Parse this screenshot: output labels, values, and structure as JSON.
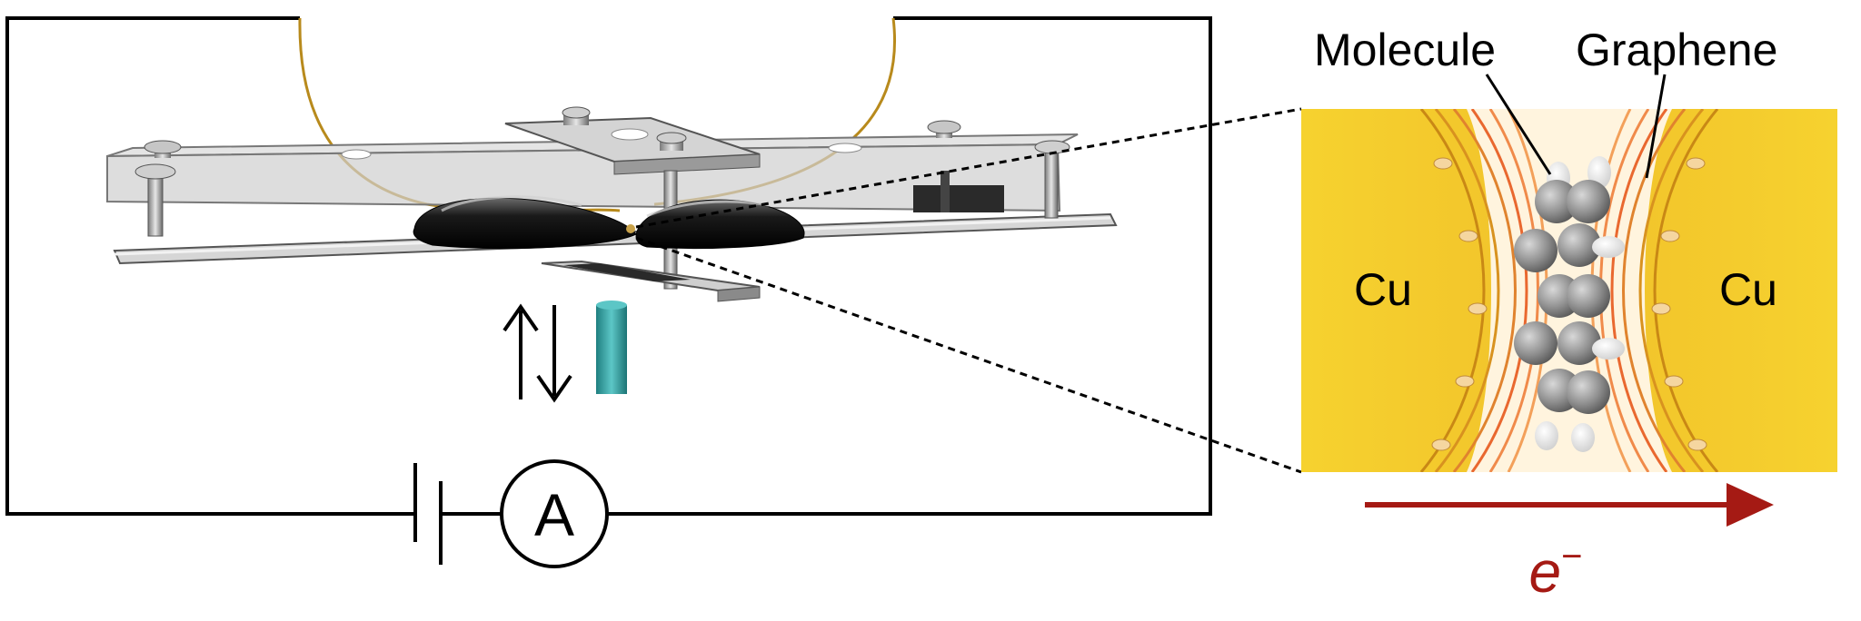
{
  "labels": {
    "molecule": "Molecule",
    "graphene": "Graphene",
    "electrode_left": "Cu",
    "electrode_right": "Cu",
    "ammeter": "A",
    "electron_symbol": "e",
    "electron_charge": "−"
  },
  "colors": {
    "wire": "#000000",
    "gold_wire": "#b88a1c",
    "copper_bg": "#f3cf2e",
    "electron_arrow": "#a51a14",
    "piezo": "#3aa6a6",
    "droplet": "#1a1a1a",
    "plate": "#c8c8c8",
    "molecule_atom": "#8f8f8f",
    "graphene_strand": "#d99a2e"
  },
  "icons": {
    "battery": "battery-symbol-icon",
    "ammeter": "ammeter-symbol-icon",
    "motion": "up-down-arrows-icon"
  }
}
